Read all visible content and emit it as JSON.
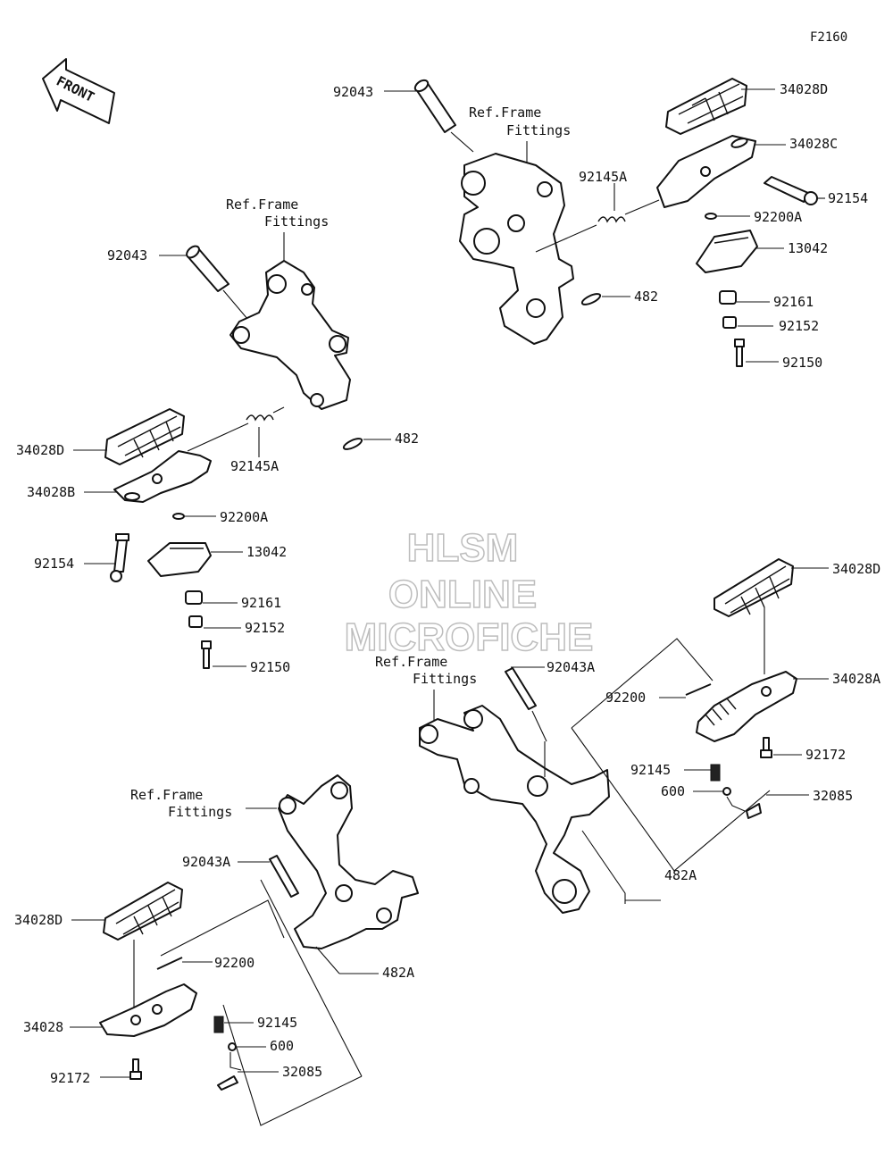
{
  "figure_code": "F2160",
  "front_label": "FRONT",
  "watermark": [
    "HLSM",
    "ONLINE",
    "MICROFICHE"
  ],
  "ref_frame_fittings": {
    "line1": "Ref.Frame",
    "line2": "Fittings"
  },
  "colors": {
    "ink": "#111111",
    "watermark_outline": "#bdbdbd",
    "background": "#ffffff"
  },
  "part_numbers": {
    "p92043": "92043",
    "p34028D": "34028D",
    "p34028C": "34028C",
    "p92145A": "92145A",
    "p92154": "92154",
    "p92200A": "92200A",
    "p13042": "13042",
    "p482": "482",
    "p92161": "92161",
    "p92152": "92152",
    "p92150": "92150",
    "p34028B": "34028B",
    "p92043A": "92043A",
    "p92200": "92200",
    "p34028A": "34028A",
    "p92172": "92172",
    "p92145": "92145",
    "p600": "600",
    "p32085": "32085",
    "p482A": "482A",
    "p34028": "34028"
  }
}
